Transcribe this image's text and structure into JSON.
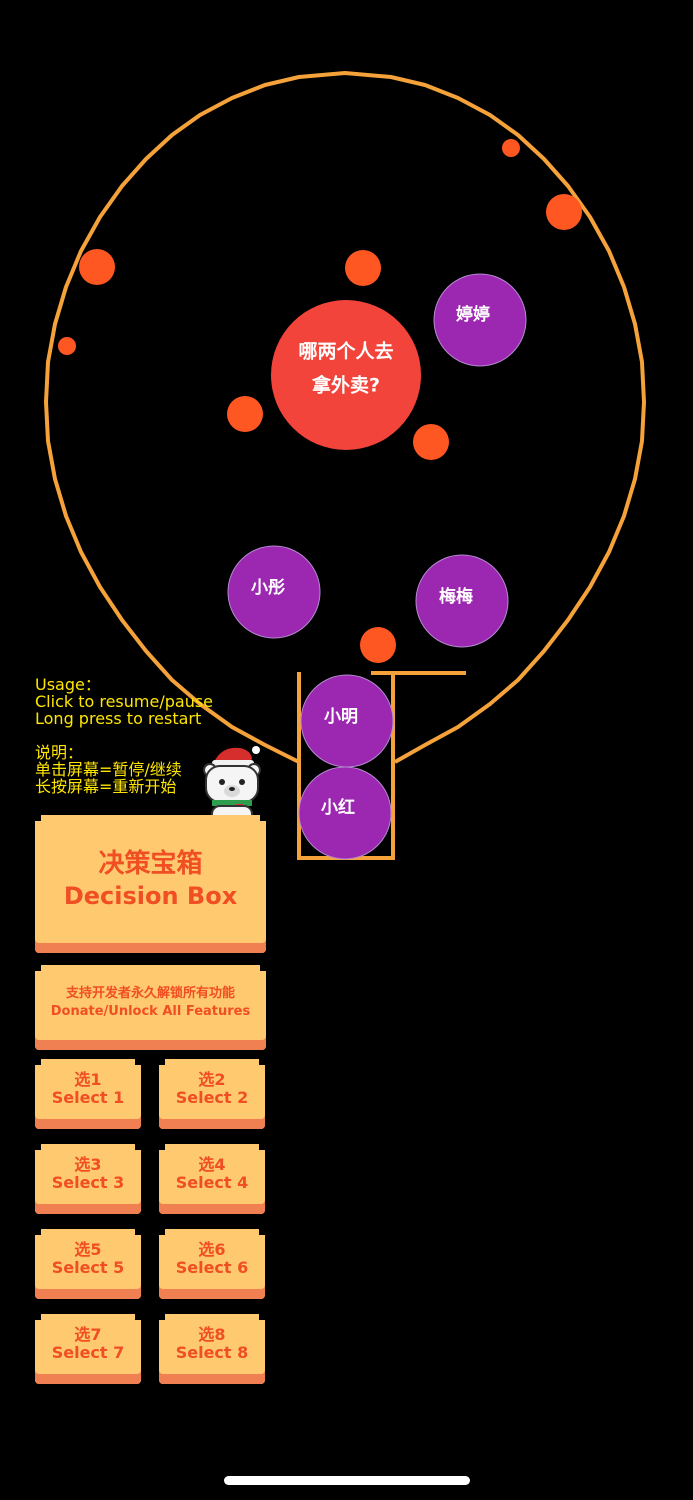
{
  "question": {
    "line1": "哪两个人去",
    "line2": "拿外卖?"
  },
  "balls": [
    {
      "name": "婷婷"
    },
    {
      "name": "小彤"
    },
    {
      "name": "梅梅"
    },
    {
      "name": "小明"
    },
    {
      "name": "小红"
    }
  ],
  "usage": {
    "en_title": "Usage：",
    "en_line1": "Click to resume/pause",
    "en_line2": "Long press to restart",
    "zh_title": "说明：",
    "zh_line1": "单击屏幕=暂停/继续",
    "zh_line2": "长按屏幕=重新开始"
  },
  "decision_box": {
    "zh": "决策宝箱",
    "en": "Decision Box"
  },
  "donate": {
    "zh": "支持开发者永久解锁所有功能",
    "en": "Donate/Unlock All Features"
  },
  "select_buttons": [
    {
      "zh": "选1",
      "en": "Select 1"
    },
    {
      "zh": "选2",
      "en": "Select 2"
    },
    {
      "zh": "选3",
      "en": "Select 3"
    },
    {
      "zh": "选4",
      "en": "Select 4"
    },
    {
      "zh": "选5",
      "en": "Select 5"
    },
    {
      "zh": "选6",
      "en": "Select 6"
    },
    {
      "zh": "选7",
      "en": "Select 7"
    },
    {
      "zh": "选8",
      "en": "Select 8"
    }
  ],
  "colors": {
    "outline": "#f5a23a",
    "question_ball": "#f2443a",
    "name_ball": "#9c27b0",
    "small_ball": "#ff5722",
    "usage_text": "#ffe600",
    "button_bg": "#ffc970",
    "button_shadow": "#f08052",
    "button_text": "#f04e23"
  },
  "icons": {
    "mascot": "polar-bear-santa-hat-icon"
  }
}
